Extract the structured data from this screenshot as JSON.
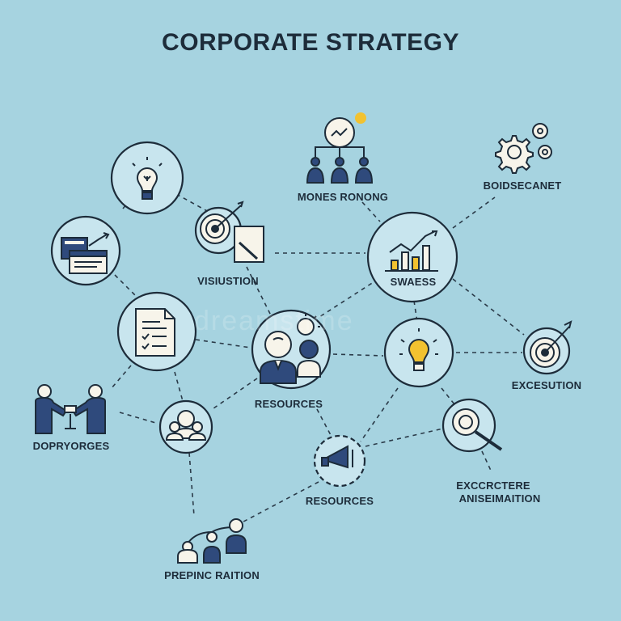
{
  "title": "CORPORATE STRATEGY",
  "watermark": "dreamstime",
  "colors": {
    "background": "#a6d3e0",
    "ink": "#1d2c3a",
    "navy": "#2f4a7c",
    "accent_yellow": "#f2c230",
    "circle_fill": "#c8e5ee"
  },
  "labels": {
    "monitoring": "MONES RONONG",
    "boidsecanet": "BOIDSECANET",
    "visiustion": "VISIUSTION",
    "swaess": "SWAESS",
    "excesution": "EXCESUTION",
    "resources_center": "RESOURCES",
    "dopryorges": "DOPRYORGES",
    "resources_bottom": "RESOURCES",
    "excrctere_line1": "EXCCRCTERE",
    "excrctere_line2": "ANISEIMAITION",
    "prepinc_raition": "PREPINC RAITION"
  },
  "nodes": [
    {
      "name": "lightbulb-idea-node",
      "icon": "lightbulb-icon"
    },
    {
      "name": "target-search-node",
      "icon": "target-magnifier-icon"
    },
    {
      "name": "presentation-node",
      "icon": "presentation-chart-icon"
    },
    {
      "name": "document-node",
      "icon": "checklist-document-icon"
    },
    {
      "name": "resources-people-node",
      "icon": "businessman-icon"
    },
    {
      "name": "growth-chart-node",
      "icon": "bar-chart-icon"
    },
    {
      "name": "idea-bulb-node",
      "icon": "lightbulb-icon"
    },
    {
      "name": "execution-target-node",
      "icon": "target-arrow-icon"
    },
    {
      "name": "team-node",
      "icon": "team-icon"
    },
    {
      "name": "handshake-node",
      "icon": "handshake-icon"
    },
    {
      "name": "megaphone-node",
      "icon": "megaphone-icon"
    },
    {
      "name": "analysis-node",
      "icon": "magnifier-icon"
    },
    {
      "name": "org-chart-node",
      "icon": "organization-icon"
    },
    {
      "name": "monitoring-node",
      "icon": "network-people-icon"
    },
    {
      "name": "settings-node",
      "icon": "gears-icon"
    }
  ]
}
